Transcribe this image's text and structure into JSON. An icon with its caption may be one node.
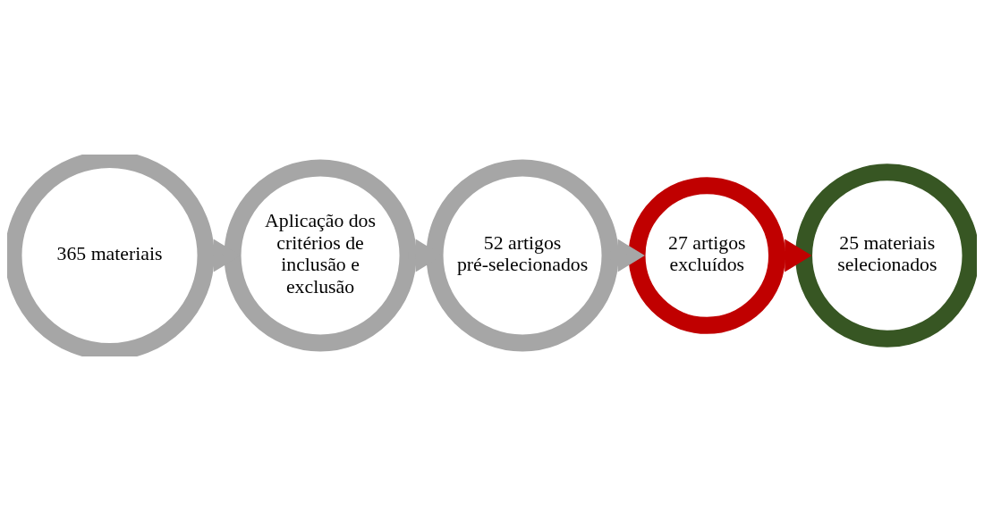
{
  "diagram": {
    "nodes": [
      {
        "text": [
          "365 materiais"
        ]
      },
      {
        "text": [
          "Aplicação dos critérios de inclusão e exclusão"
        ]
      },
      {
        "text": [
          "52 artigos pré-selecionados"
        ]
      },
      {
        "text": [
          "27 artigos excluídos"
        ]
      },
      {
        "text": [
          "25 materiais selecionados"
        ]
      }
    ],
    "edges": [
      {
        "from": 0,
        "to": 1,
        "arrow": "to"
      },
      {
        "from": 1,
        "to": 2,
        "arrow": "to"
      },
      {
        "from": 2,
        "to": 3,
        "arrow": "to"
      },
      {
        "from": 3,
        "to": 4,
        "arrow": "to",
        "color": "#c00000"
      }
    ]
  }
}
